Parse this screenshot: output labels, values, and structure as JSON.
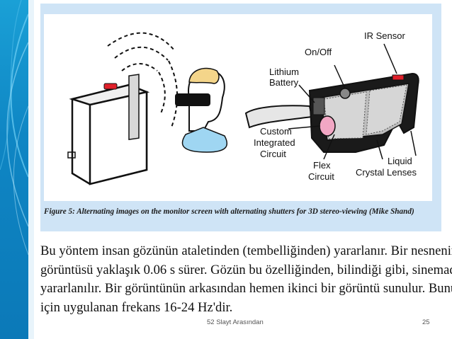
{
  "figure": {
    "caption": "Figure 5: Alternating images on the monitor screen with alternating shutters for 3D stereo-viewing (Mike Shand)",
    "labels": {
      "ir_sensor": "IR Sensor",
      "on_off": "On/Off",
      "lithium": "Lithium",
      "battery": "Battery",
      "custom": "Custom",
      "integrated": "Integrated",
      "circuit": "Circuit",
      "flex": "Flex",
      "flex_circuit": "Circuit",
      "liquid": "Liquid",
      "crystal_lenses": "Crystal Lenses"
    }
  },
  "body": {
    "lines": [
      "Bu yöntem insan gözünün ataletinden (tembelliğinden) yararlanır. Bir nesnenin",
      "görüntüsü yaklaşık 0.06 s sürer. Gözün bu özelliğinden, bilindiği gibi, sinemada",
      "yararlanılır. Bir görüntünün arkasından hemen ikinci bir görüntü sunulur. Bunun",
      "için uygulanan frekans 16-24 Hz'dir."
    ]
  },
  "footer": {
    "left": "52 Slayt Arasından",
    "page_number": "25"
  },
  "colors": {
    "sidebar": "#0f86c4",
    "panel": "#cfe4f6",
    "accent_red": "#e0202a"
  }
}
